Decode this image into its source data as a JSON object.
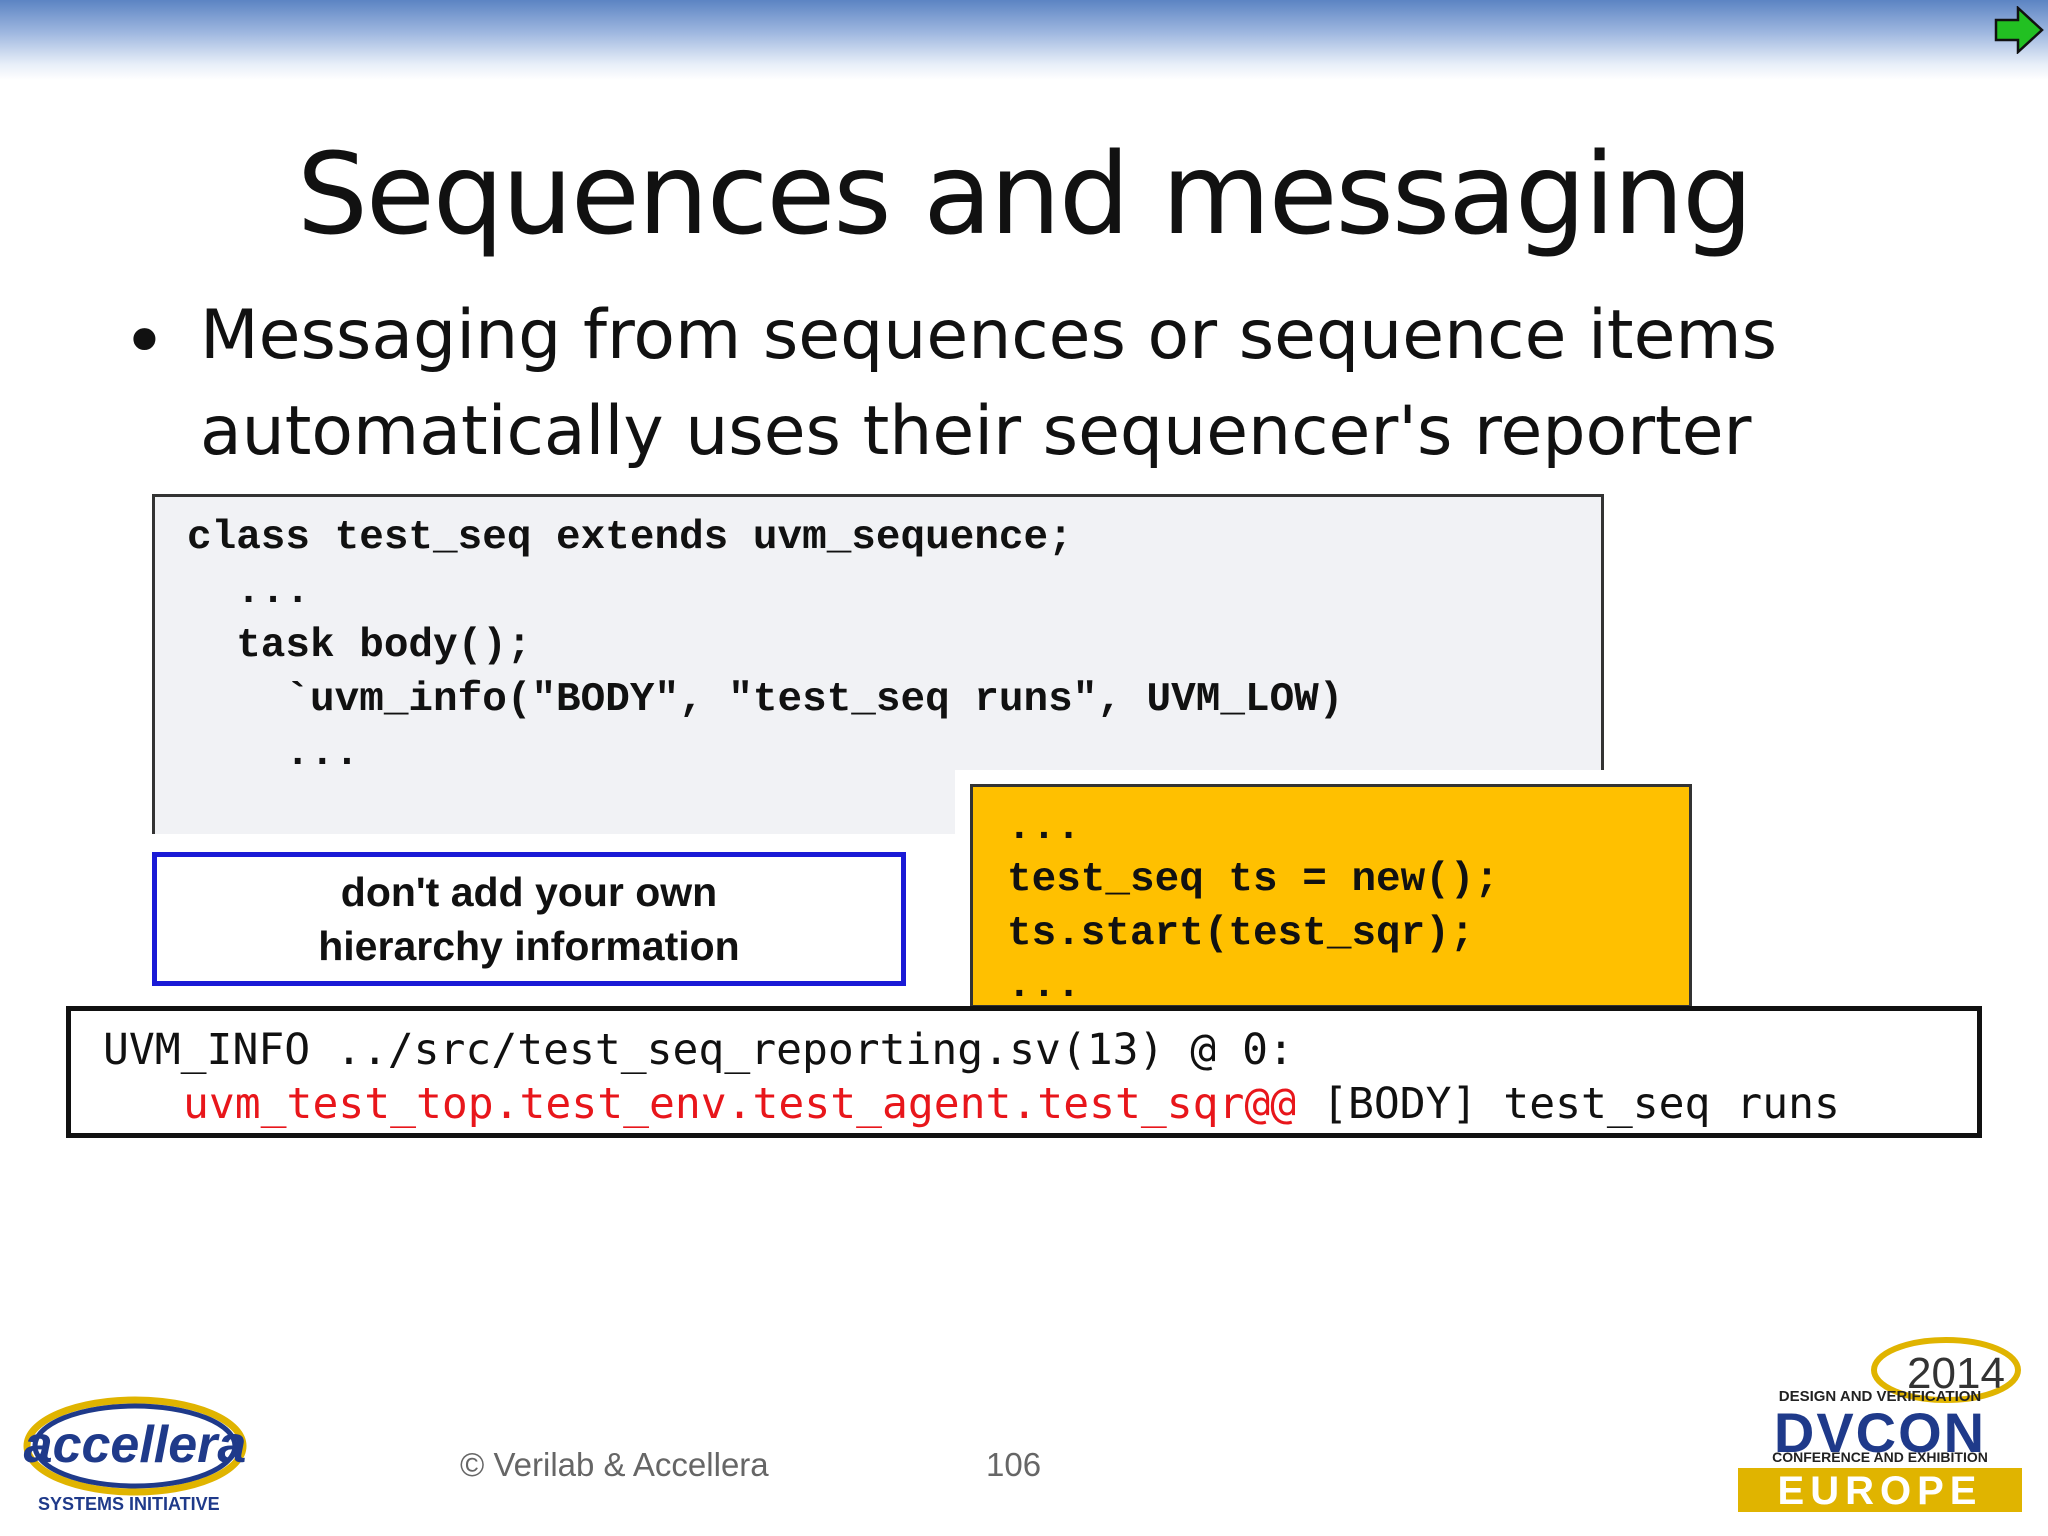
{
  "slide": {
    "title": "Sequences and messaging",
    "bullet": {
      "line1": "Messaging from sequences or sequence items",
      "line2": "automatically uses their sequencer's reporter"
    }
  },
  "code_main": {
    "lines": [
      "class test_seq extends uvm_sequence;",
      "  ...",
      "  task body();",
      "    `uvm_info(\"BODY\", \"test_seq runs\", UVM_LOW)",
      "    ..."
    ]
  },
  "code_snippet": {
    "lines": [
      "...",
      "test_seq ts = new();",
      "ts.start(test_sqr);",
      "..."
    ]
  },
  "note": {
    "line1": "don't add your own",
    "line2": "hierarchy information"
  },
  "output": {
    "line1": "UVM_INFO ../src/test_seq_reporting.sv(13) @ 0:",
    "line2_red": "uvm_test_top.test_env.test_agent.test_sqr@@",
    "line2_rest": " [BODY] test_seq runs"
  },
  "footer": {
    "copyright": "© Verilab & Accellera",
    "page": "106"
  },
  "logos": {
    "accellera_text": "accellera",
    "accellera_sub": "SYSTEMS INITIATIVE",
    "dvcon_year": "2014",
    "dvcon_top": "DESIGN AND VERIFICATION",
    "dvcon_name": "DVCON",
    "dvcon_mid": "CONFERENCE AND EXHIBITION",
    "dvcon_region": "EUROPE"
  },
  "colors": {
    "highlight_box": "#ffc000",
    "note_border": "#1a1ad6",
    "hierarchy_red": "#e8161b"
  }
}
